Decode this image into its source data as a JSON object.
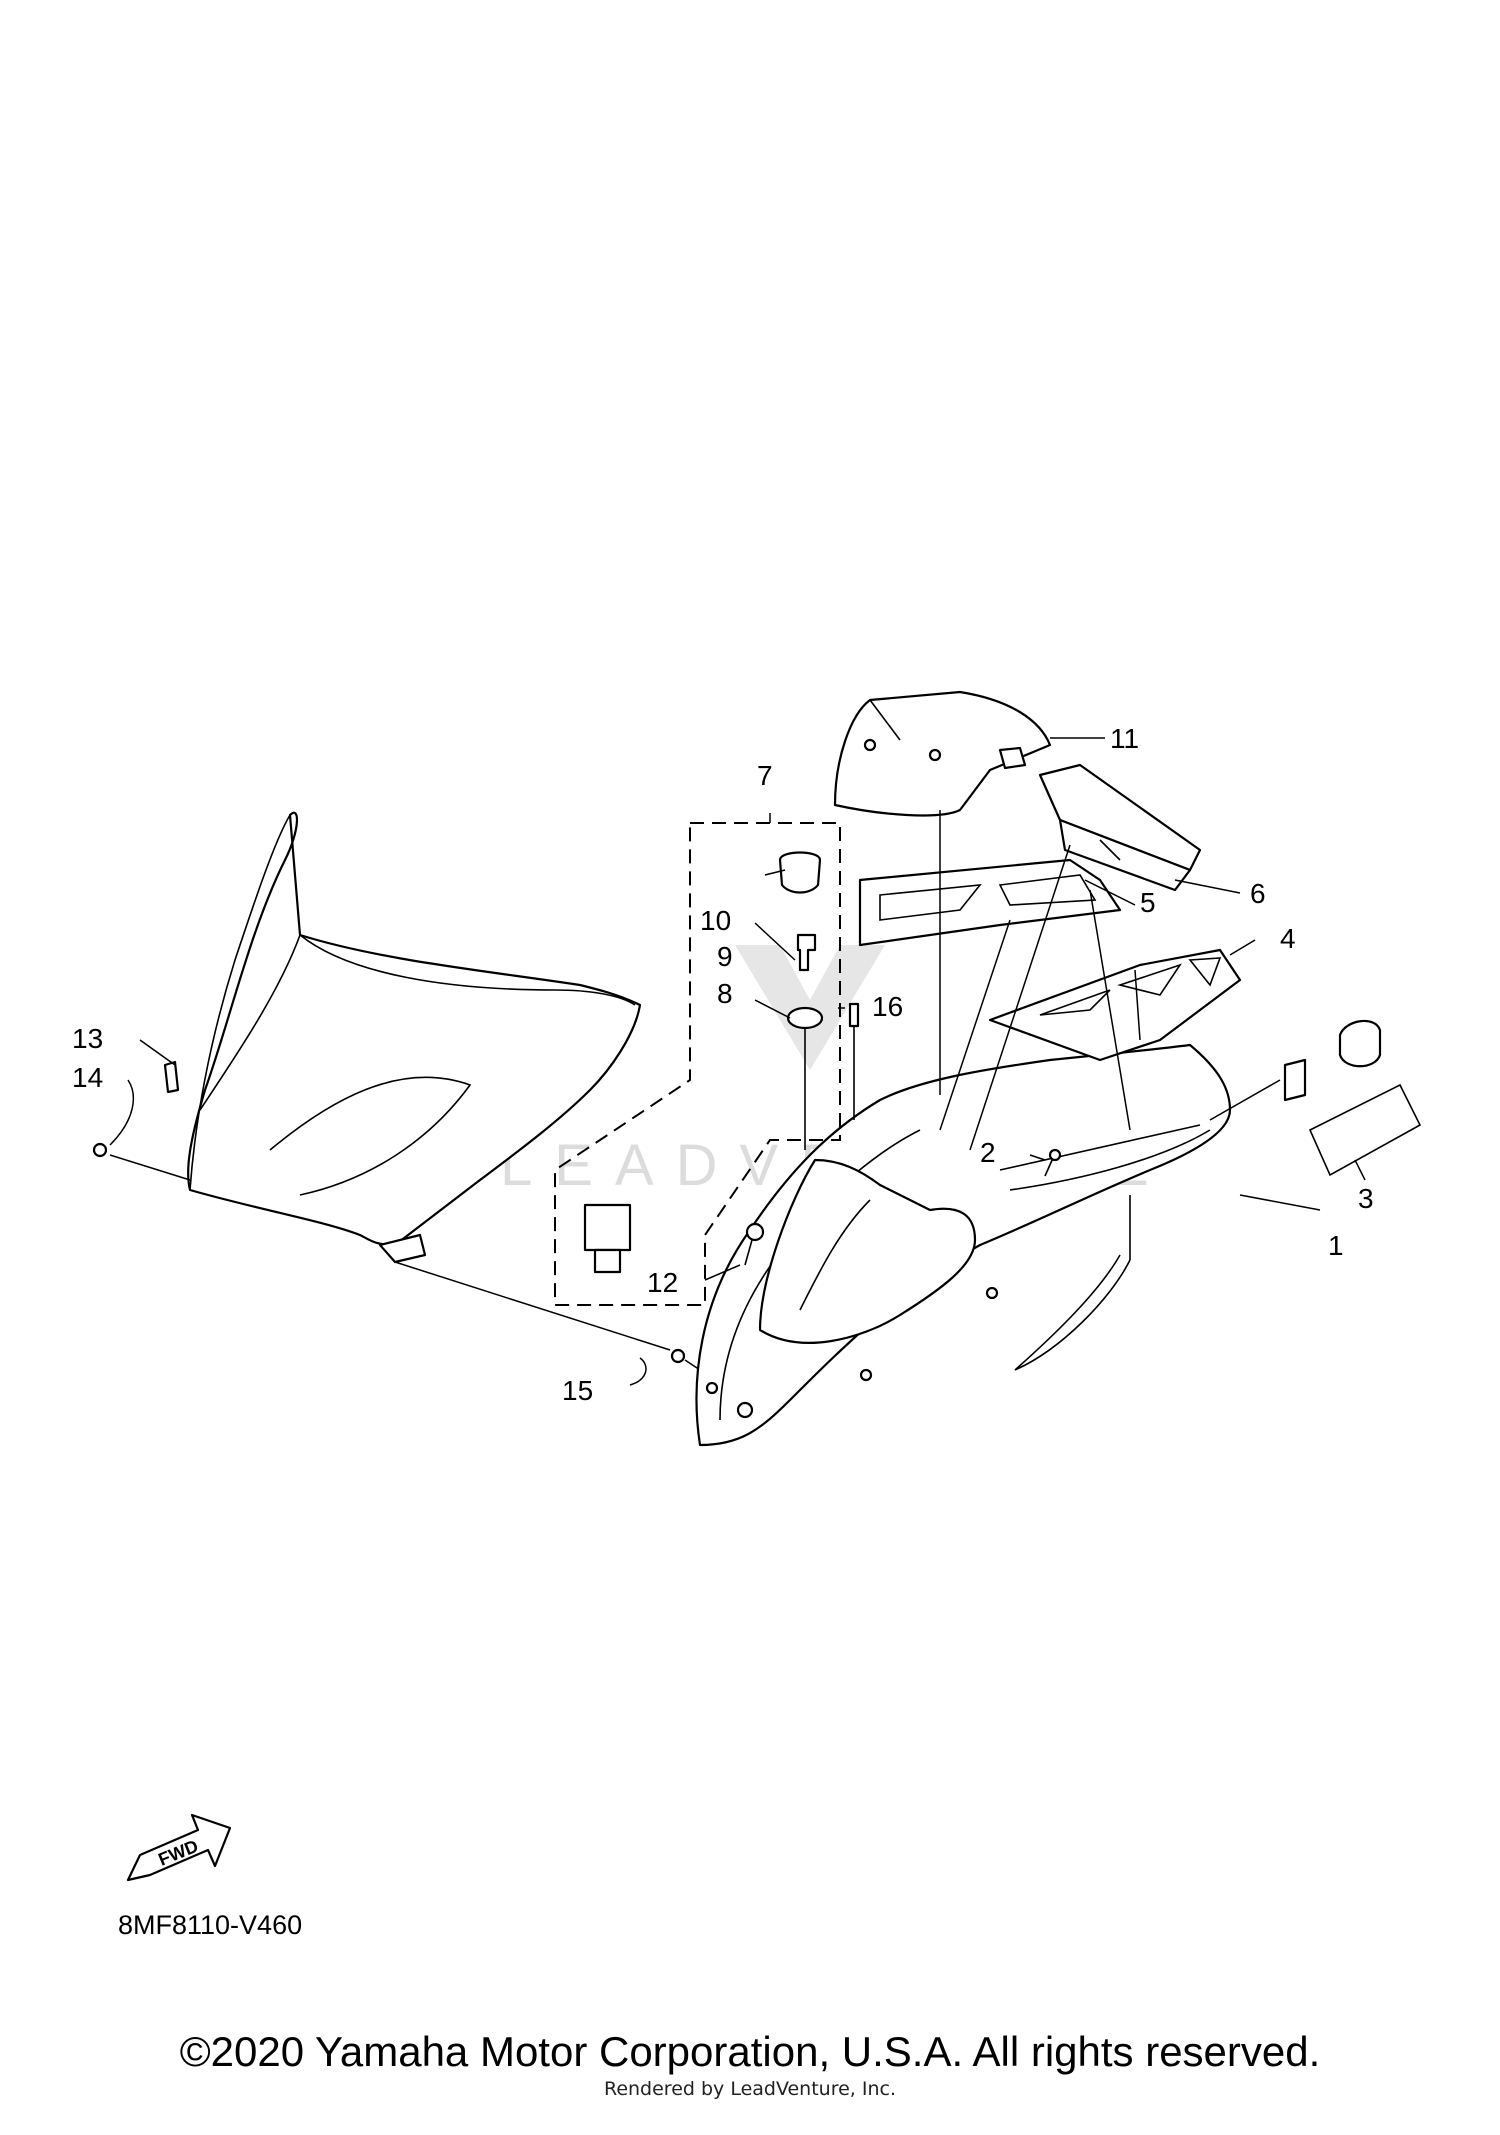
{
  "diagram": {
    "callouts": [
      {
        "id": "1",
        "label": "1"
      },
      {
        "id": "2",
        "label": "2"
      },
      {
        "id": "3",
        "label": "3"
      },
      {
        "id": "4",
        "label": "4"
      },
      {
        "id": "5",
        "label": "5"
      },
      {
        "id": "6",
        "label": "6"
      },
      {
        "id": "7",
        "label": "7"
      },
      {
        "id": "8",
        "label": "8"
      },
      {
        "id": "9",
        "label": "9"
      },
      {
        "id": "10",
        "label": "10"
      },
      {
        "id": "11",
        "label": "11"
      },
      {
        "id": "12",
        "label": "12"
      },
      {
        "id": "13",
        "label": "13"
      },
      {
        "id": "14",
        "label": "14"
      },
      {
        "id": "15",
        "label": "15"
      },
      {
        "id": "16",
        "label": "16"
      }
    ],
    "fwd_label": "FWD",
    "watermark": "LEADVENTURE",
    "diagram_code": "8MF8110-V460"
  },
  "footer": {
    "copyright": "©2020 Yamaha Motor Corporation, U.S.A. All rights reserved.",
    "rendered_by": "Rendered by LeadVenture, Inc."
  }
}
